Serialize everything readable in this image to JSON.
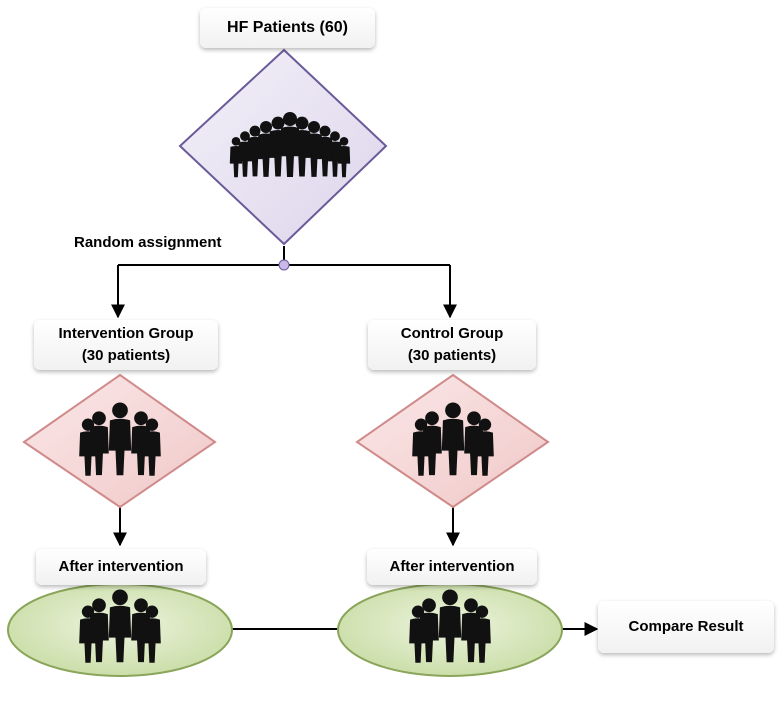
{
  "title_box": {
    "label": "HF Patients (60)"
  },
  "random_assignment": {
    "label": "Random assignment"
  },
  "intervention_group": {
    "line1": "Intervention Group",
    "line2": "(30 patients)"
  },
  "control_group": {
    "line1": "Control Group",
    "line2": "(30 patients)"
  },
  "after_intervention_left": {
    "label": "After intervention"
  },
  "after_intervention_right": {
    "label": "After intervention"
  },
  "compare_result": {
    "label": "Compare Result"
  },
  "icons": {
    "crowd": "people-crowd-icon",
    "group": "people-group-icon"
  },
  "colors": {
    "purple_diamond_fill": "#e8e2f2",
    "purple_diamond_stroke": "#6a5a9a",
    "pink_diamond_fill": "#f6d4d4",
    "pink_diamond_stroke": "#d08a8a",
    "green_ellipse_fill": "#d6e6b8",
    "green_ellipse_stroke": "#8aa55a",
    "people": "#111111",
    "connector": "#000000"
  }
}
